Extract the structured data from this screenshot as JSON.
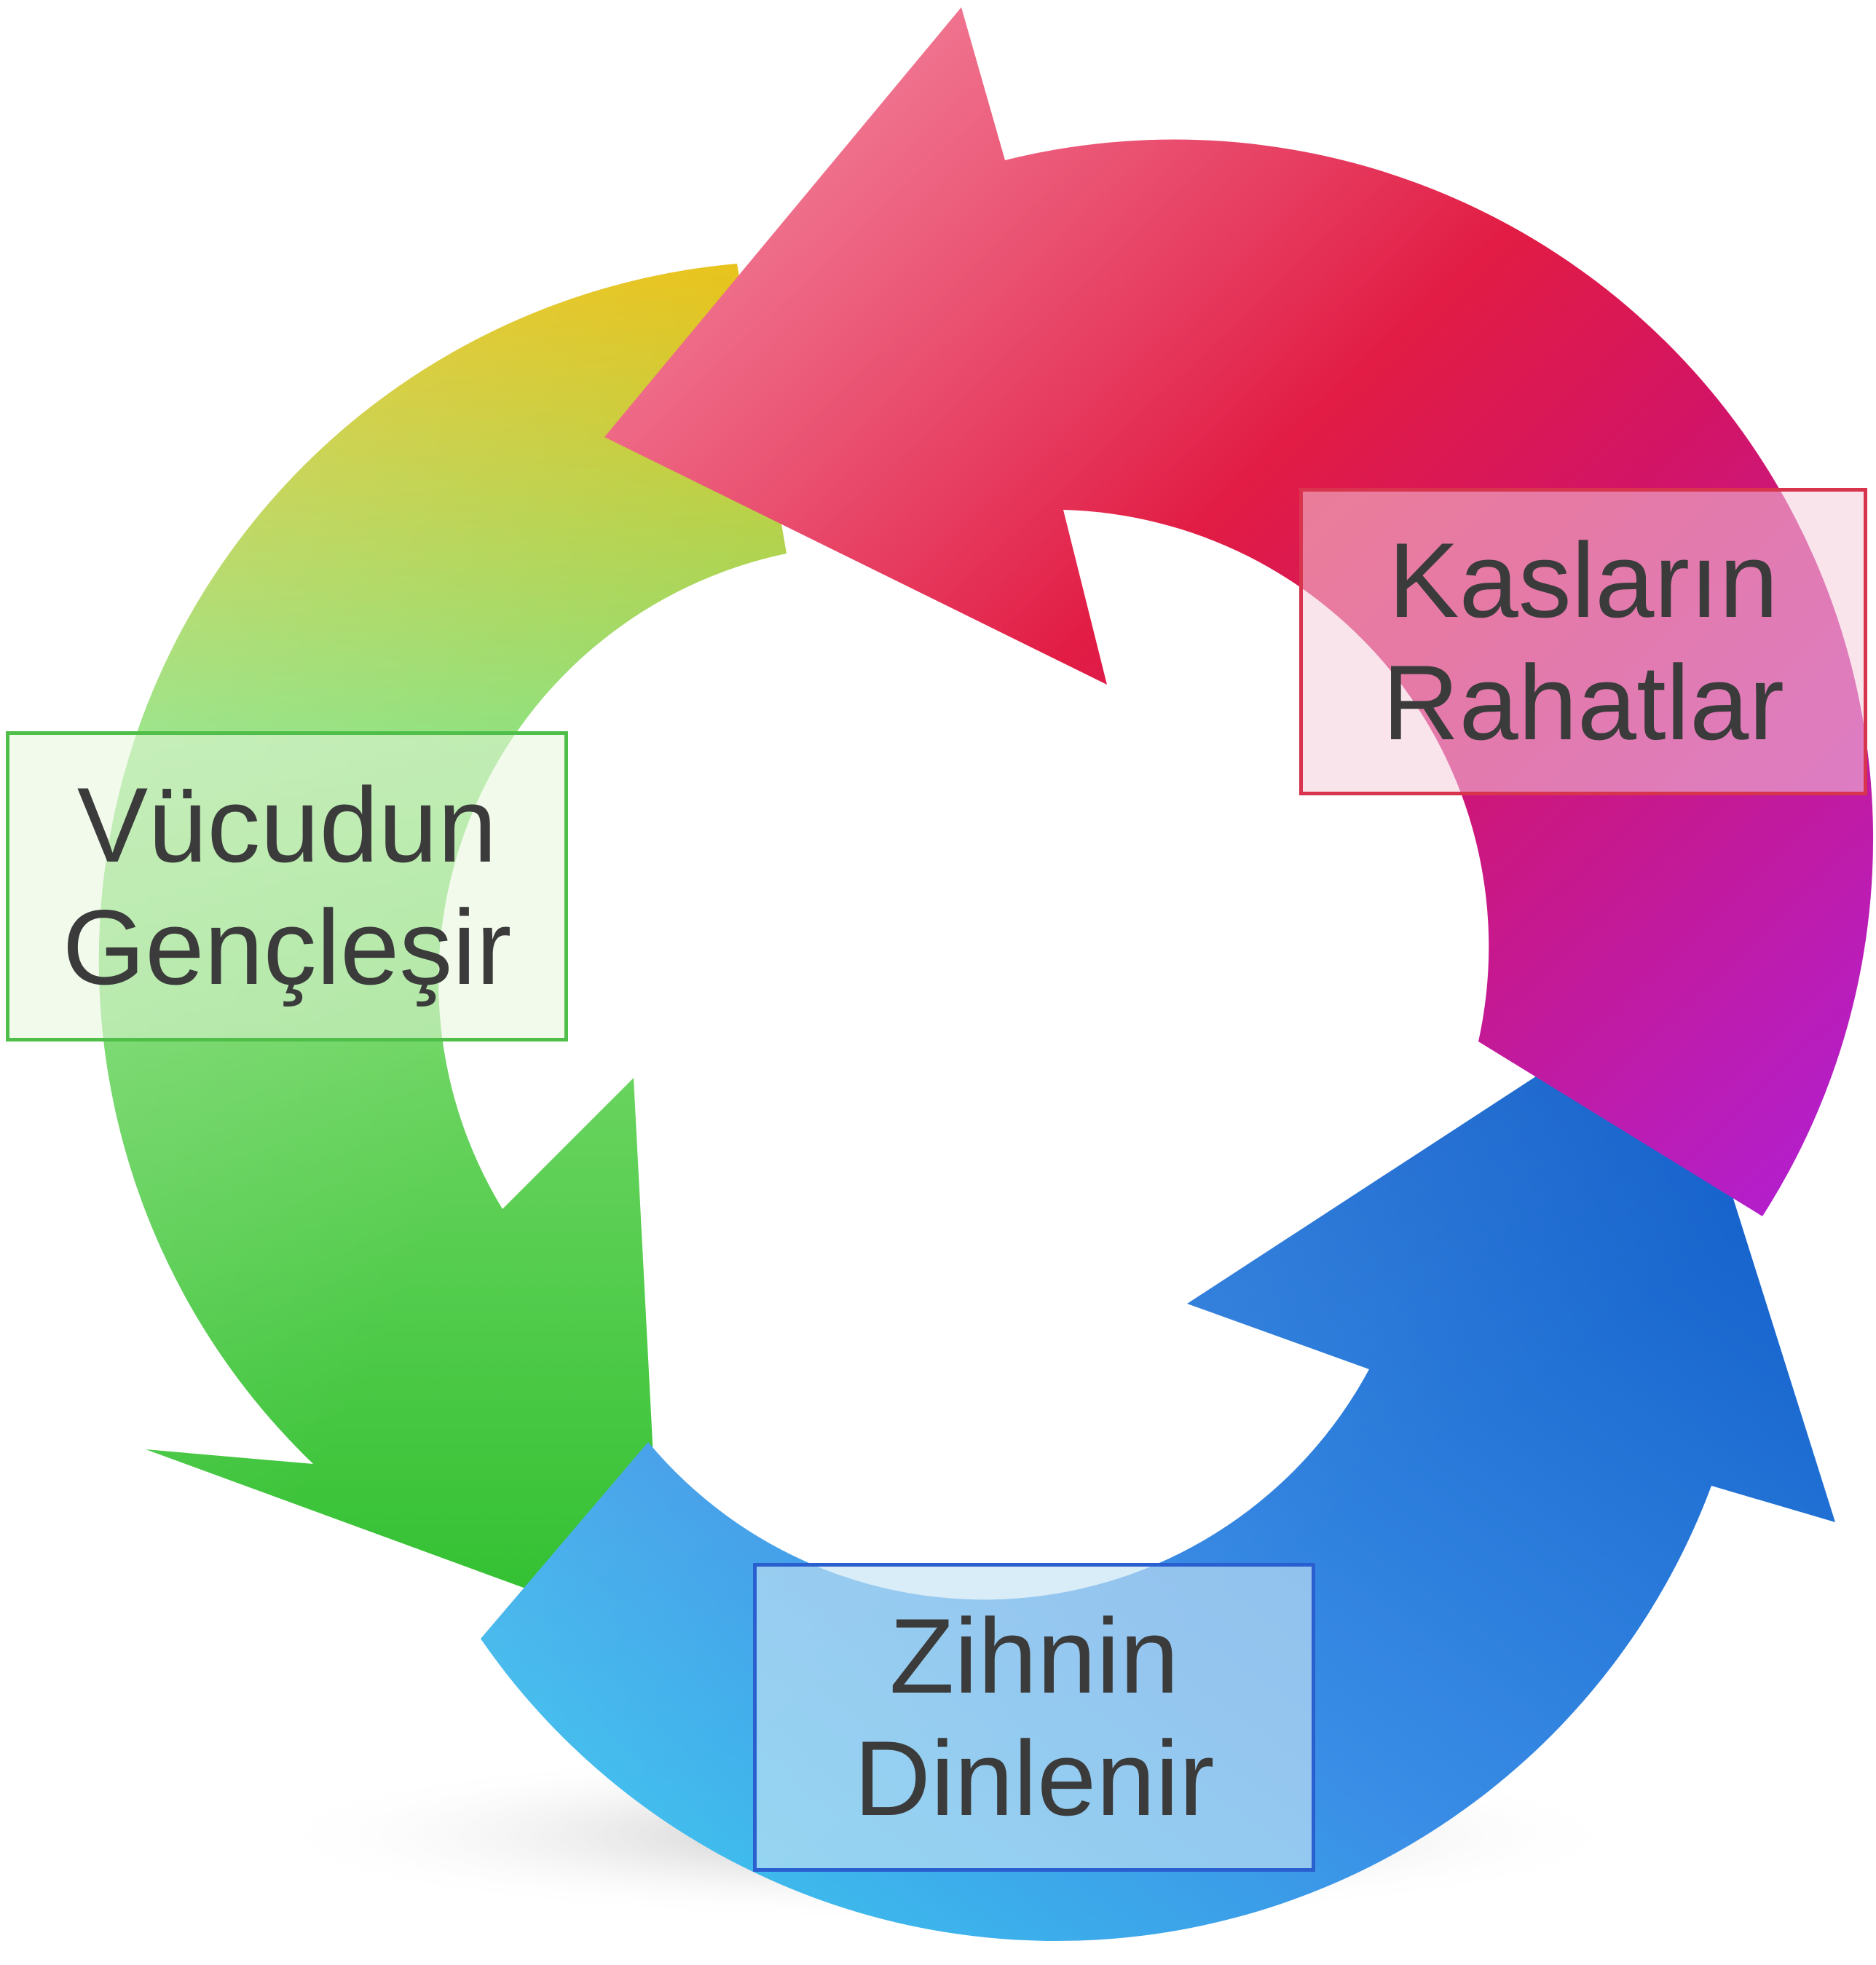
{
  "diagram": {
    "type": "cycle",
    "steps": [
      {
        "id": "kaslarin",
        "lines": [
          "Kasların",
          "Rahatlar"
        ],
        "arrow_colors": [
          "#e0103a",
          "#f27a96",
          "#b020d8"
        ],
        "border_color": "#d8344e"
      },
      {
        "id": "zihnin",
        "lines": [
          "Zihnin",
          "Dinlenir"
        ],
        "arrow_colors": [
          "#0a55c4",
          "#3a8ee6",
          "#3fd0f0"
        ],
        "border_color": "#2a5fd0"
      },
      {
        "id": "vucudun",
        "lines": [
          "Vücudun",
          "Gençleşir"
        ],
        "arrow_colors": [
          "#2fbf2f",
          "#8be07a",
          "#e8c010"
        ],
        "border_color": "#4fbf4a"
      }
    ],
    "text_color": "#3b3b3b"
  }
}
